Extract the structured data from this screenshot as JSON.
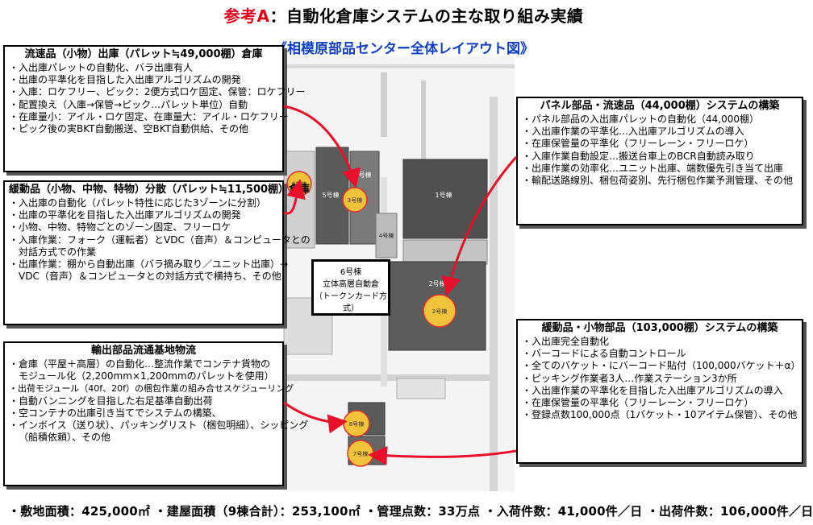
{
  "title": {
    "prefix": "参考A",
    "rest": "：自動化倉庫システムの主な取り組み実績"
  },
  "subtitle": "《相模原部品センター全体レイアウト図》",
  "boxes": {
    "fast": {
      "heading": "流速品（小物）出庫（パレット≒49,000棚）倉庫",
      "items": [
        "・入出庫パレットの自動化、バラ出庫有人",
        "・出庫の平準化を目指した入出庫アルゴリズムの開発",
        "・入庫：ロケフリー、ピック：2便方式ロケ固定、保管：ロケフリー",
        "・配置換え（入庫→保管→ピック…パレット単位）自動",
        "・在庫量小：アイル・ロケ固定、在庫量大：アイル・ロケフリー",
        "・ピック後の実BKT自動搬送、空BKT自動供給、その他"
      ]
    },
    "slow": {
      "heading": "緩動品（小物、中物、特物）分散（パレット≒11,500棚）倉庫",
      "items": [
        "・入出庫の自動化（パレット特性に応じた3ゾーンに分割）",
        "・出庫の平準化を目指した入出庫アルゴリズムの開発",
        "・小物、中物、特物ごとのゾーン固定、フリーロケ",
        "・入庫作業：フォーク（運転者）とVDC（音声）＆コンピュータとの",
        "対話方式での作業",
        "・出庫作業：棚から自動出庫（バラ摘み取り／ユニット出庫）→",
        "VDC（音声）＆コンピュータとの対話方式で横持ち、その他"
      ]
    },
    "export": {
      "heading": "輸出部品流通基地物流",
      "items": [
        "・倉庫（平屋＋高層）の自動化…整流作業でコンテナ貨物の",
        "モジュール化（2,200mm×1,200mmのパレットを使用）",
        "・出荷モジュール（40f、20f）の梱包作業の組み合せスケジューリング",
        "・自動バンニングを目指した右足基準自動出荷",
        "・空コンテナの出庫引き当てでシステムの構築、",
        "・インボイス（送り状）、パッキングリスト（梱包明細）、シッピング",
        "（船積依頼）、その他"
      ]
    },
    "panel": {
      "heading": "パネル部品・流速品（44,000棚）システムの構築",
      "items": [
        "・パネル部品の入出庫パレットの自動化（44,000棚）",
        "・入出庫作業の平準化…入出庫アルゴリズムの導入",
        "・在庫保管量の平準化（フリーレーン・フリーロケ）",
        "・入庫作業自動設定…搬送台車上のBCR自動読み取り",
        "・出庫作業の効率化…ユニット出庫、端数優先引き当て出庫",
        "・輸配送路線別、梱包荷姿別、先行梱包作業予測管理、その他"
      ]
    },
    "small": {
      "heading": "緩動品・小物部品（103,000棚）システムの構築",
      "items": [
        "・入出庫完全自動化",
        "・バーコードによる自動コントロール",
        "・全てのバケット・にバーコード貼付（100,000バケット＋α）",
        "・ピッキング作業者3人…作業ステーション3か所",
        "・入出庫作業の平準化を目指した入出庫アルゴリズムの導入",
        "・在庫保管量の平準化（フリーレーン・フリーロケ）",
        "・登録点数100,000点（1バケット・10アイテム保管）、その他"
      ]
    }
  },
  "callout": {
    "line1": "6号棟",
    "line2": "立体高層自動倉",
    "line3": "（トークンカード方式）"
  },
  "map": {
    "building_labels": [
      "5号棟",
      "3号棟",
      "1号棟",
      "2号棟",
      "8号棟",
      "7号棟",
      "4号棟"
    ],
    "highlight_labels": [
      "6号棟",
      "3号棟",
      "2号棟",
      "8号棟",
      "7号棟"
    ],
    "accent_yellow": "#f2c23a",
    "accent_ring": "#e03030",
    "arrow_color": "#e8102a"
  },
  "footer": "・敷地面積：425,000㎡ ・建屋面積（9棟合計）：253,100㎡ ・管理点数：33万点 ・入荷件数：41,000件／日 ・出荷件数：106,000件／日"
}
